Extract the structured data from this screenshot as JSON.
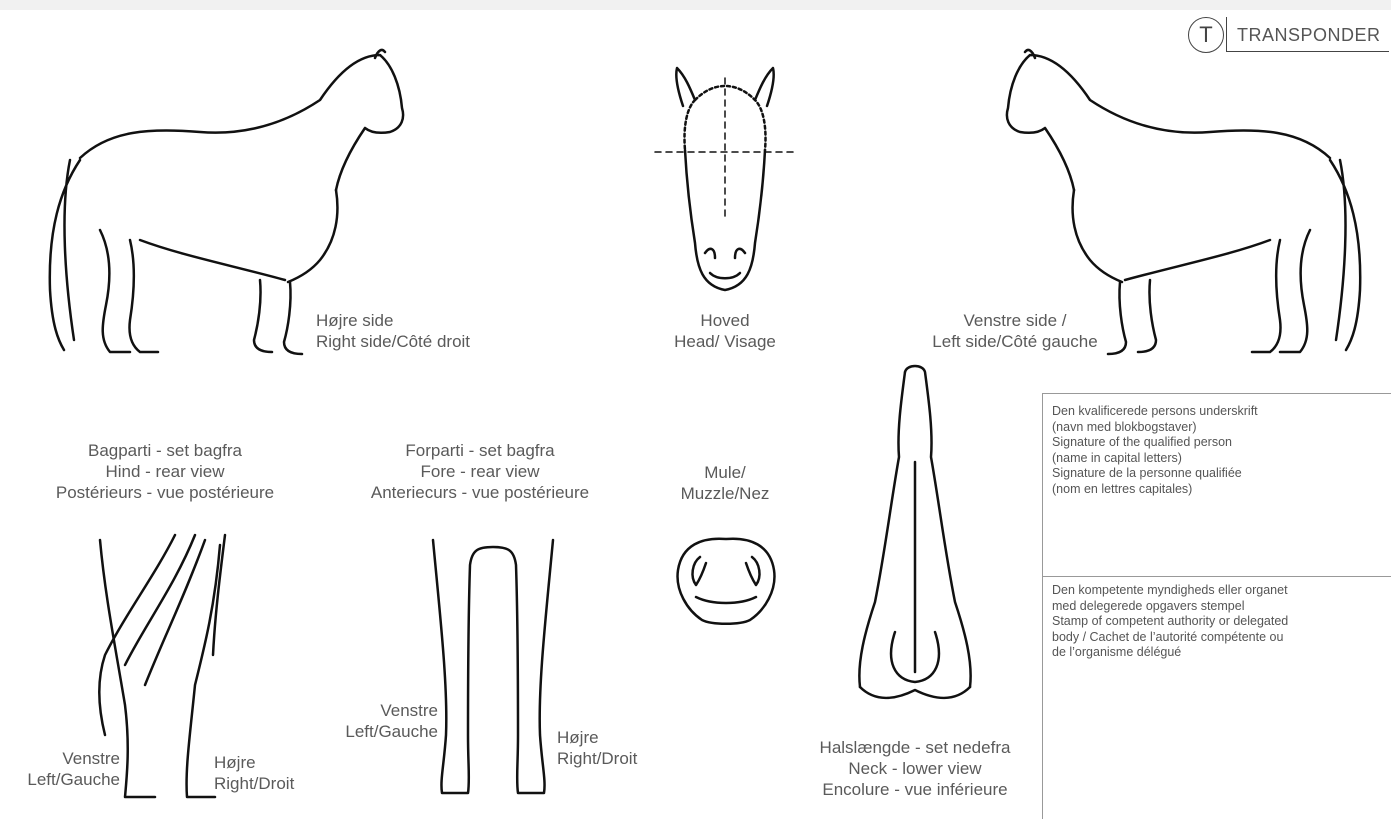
{
  "header": {
    "transponder_symbol": "T",
    "transponder_label": "TRANSPONDER"
  },
  "views": {
    "right_side": {
      "line1": "Højre side",
      "line2": "Right side/Côté droit"
    },
    "head": {
      "line1": "Hoved",
      "line2": "Head/ Visage"
    },
    "left_side": {
      "line1": "Venstre side /",
      "line2": "Left side/Côté gauche"
    },
    "hind": {
      "line1": "Bagparti - set bagfra",
      "line2": "Hind - rear view",
      "line3": "Postérieurs - vue postérieure"
    },
    "fore": {
      "line1": "Forparti - set bagfra",
      "line2": "Fore - rear view",
      "line3": "Anteriecurs - vue postérieure"
    },
    "muzzle": {
      "line1": "Mule/",
      "line2": "Muzzle/Nez"
    },
    "neck": {
      "line1": "Halslængde - set nedefra",
      "line2": "Neck - lower view",
      "line3": "Encolure - vue inférieure"
    },
    "hind_left": {
      "line1": "Venstre",
      "line2": "Left/Gauche"
    },
    "hind_right": {
      "line1": "Højre",
      "line2": "Right/Droit"
    },
    "fore_left": {
      "line1": "Venstre",
      "line2": "Left/Gauche"
    },
    "fore_right": {
      "line1": "Højre",
      "line2": "Right/Droit"
    }
  },
  "signature_box": {
    "lines": [
      "Den kvalificerede persons underskrift",
      "(navn med blokbogstaver)",
      "Signature of the qualified person",
      "(name in capital letters)",
      "Signature de la personne qualifiée",
      "(nom en lettres capitales)"
    ]
  },
  "stamp_box": {
    "lines": [
      "Den kompetente myndigheds eller organet",
      "med delegerede opgavers stempel",
      "Stamp of competent authority or delegated",
      "body / Cachet de l’autorité compétente ou",
      "de l’organisme délégué"
    ]
  }
}
